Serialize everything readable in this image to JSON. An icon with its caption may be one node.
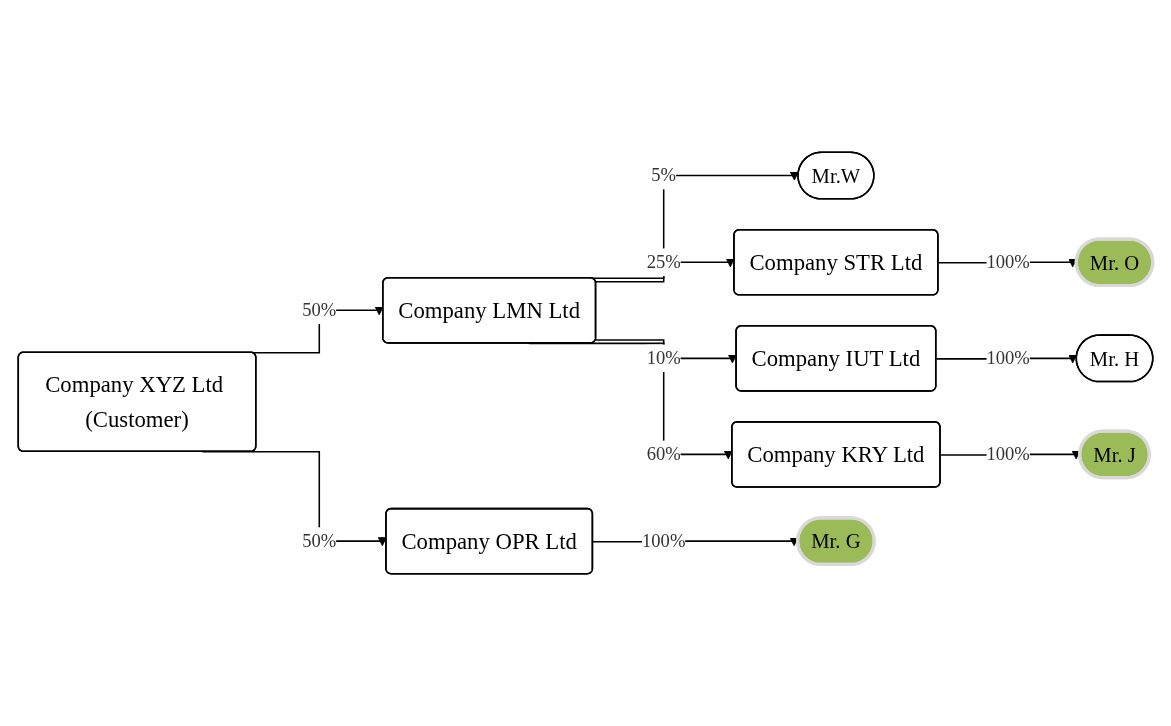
{
  "diagram": {
    "nodes": [
      {
        "text": [
          "Company XYZ Ltd (Customer)"
        ]
      },
      {
        "text": [
          "Company LMN Ltd"
        ]
      },
      {
        "text": [
          "Company OPR Ltd"
        ]
      },
      {
        "text": [
          "Mr.W"
        ]
      },
      {
        "text": [
          "Company STR Ltd"
        ]
      },
      {
        "text": [
          "Company IUT Ltd"
        ]
      },
      {
        "text": [
          "Company KRY Ltd"
        ]
      },
      {
        "text": [
          "Mr. O"
        ]
      },
      {
        "text": [
          "Mr. H"
        ]
      },
      {
        "text": [
          "Mr. J"
        ]
      },
      {
        "text": [
          "Mr. G"
        ]
      }
    ],
    "edges": [
      {
        "from": 0,
        "to": 1,
        "arrow": "to",
        "label": "50%"
      },
      {
        "from": 0,
        "to": 2,
        "arrow": "to",
        "label": "50%"
      },
      {
        "from": 1,
        "to": 3,
        "arrow": "to",
        "label": "5%"
      },
      {
        "from": 1,
        "to": 4,
        "arrow": "to",
        "label": "25%"
      },
      {
        "from": 1,
        "to": 5,
        "arrow": "to",
        "label": "10%"
      },
      {
        "from": 1,
        "to": 6,
        "arrow": "to",
        "label": "60%"
      },
      {
        "from": 4,
        "to": 7,
        "arrow": "to",
        "label": "100%"
      },
      {
        "from": 5,
        "to": 8,
        "arrow": "to",
        "label": "100%"
      },
      {
        "from": 6,
        "to": 9,
        "arrow": "to",
        "label": "100%"
      },
      {
        "from": 2,
        "to": 10,
        "arrow": "to",
        "label": "100%"
      }
    ]
  }
}
